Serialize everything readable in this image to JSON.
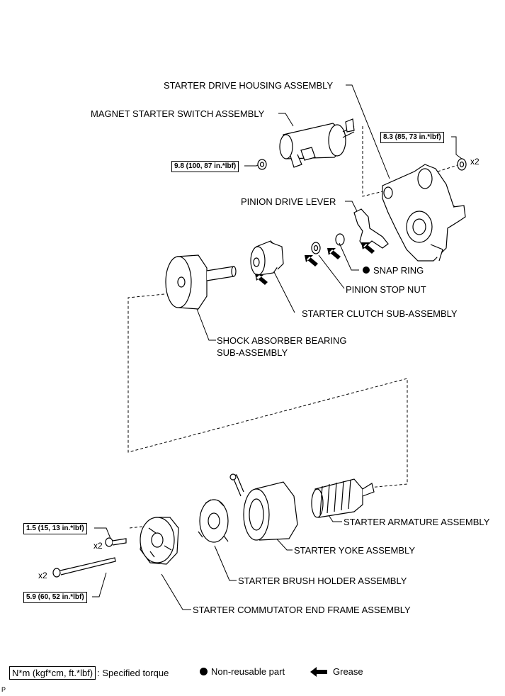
{
  "labels": {
    "drive_housing": "STARTER DRIVE HOUSING ASSEMBLY",
    "magnet_switch": "MAGNET STARTER SWITCH ASSEMBLY",
    "pinion_lever": "PINION DRIVE LEVER",
    "snap_ring": "SNAP RING",
    "pinion_stop_nut": "PINION STOP NUT",
    "clutch": "STARTER CLUTCH SUB-ASSEMBLY",
    "shock_absorber_1": "SHOCK ABSORBER BEARING",
    "shock_absorber_2": "SUB-ASSEMBLY",
    "armature": "STARTER ARMATURE ASSEMBLY",
    "yoke": "STARTER YOKE ASSEMBLY",
    "brush_holder": "STARTER BRUSH HOLDER ASSEMBLY",
    "end_frame": "STARTER COMMUTATOR END FRAME ASSEMBLY"
  },
  "torques": {
    "housing_nut": "8.3 (85, 73 in.*lbf)",
    "switch_nut": "9.8 (100, 87 in.*lbf)",
    "end_frame_screw": "1.5 (15, 13 in.*lbf)",
    "through_bolt": "5.9 (60, 52 in.*lbf)"
  },
  "multipliers": {
    "housing_nut": "x2",
    "end_frame_screw": "x2",
    "through_bolt": "x2"
  },
  "legend": {
    "torque_box": "N*m (kgf*cm, ft.*lbf)",
    "torque_text": ": Specified torque",
    "nonreusable": "Non-reusable part",
    "grease": "Grease"
  },
  "figure_code": "P"
}
